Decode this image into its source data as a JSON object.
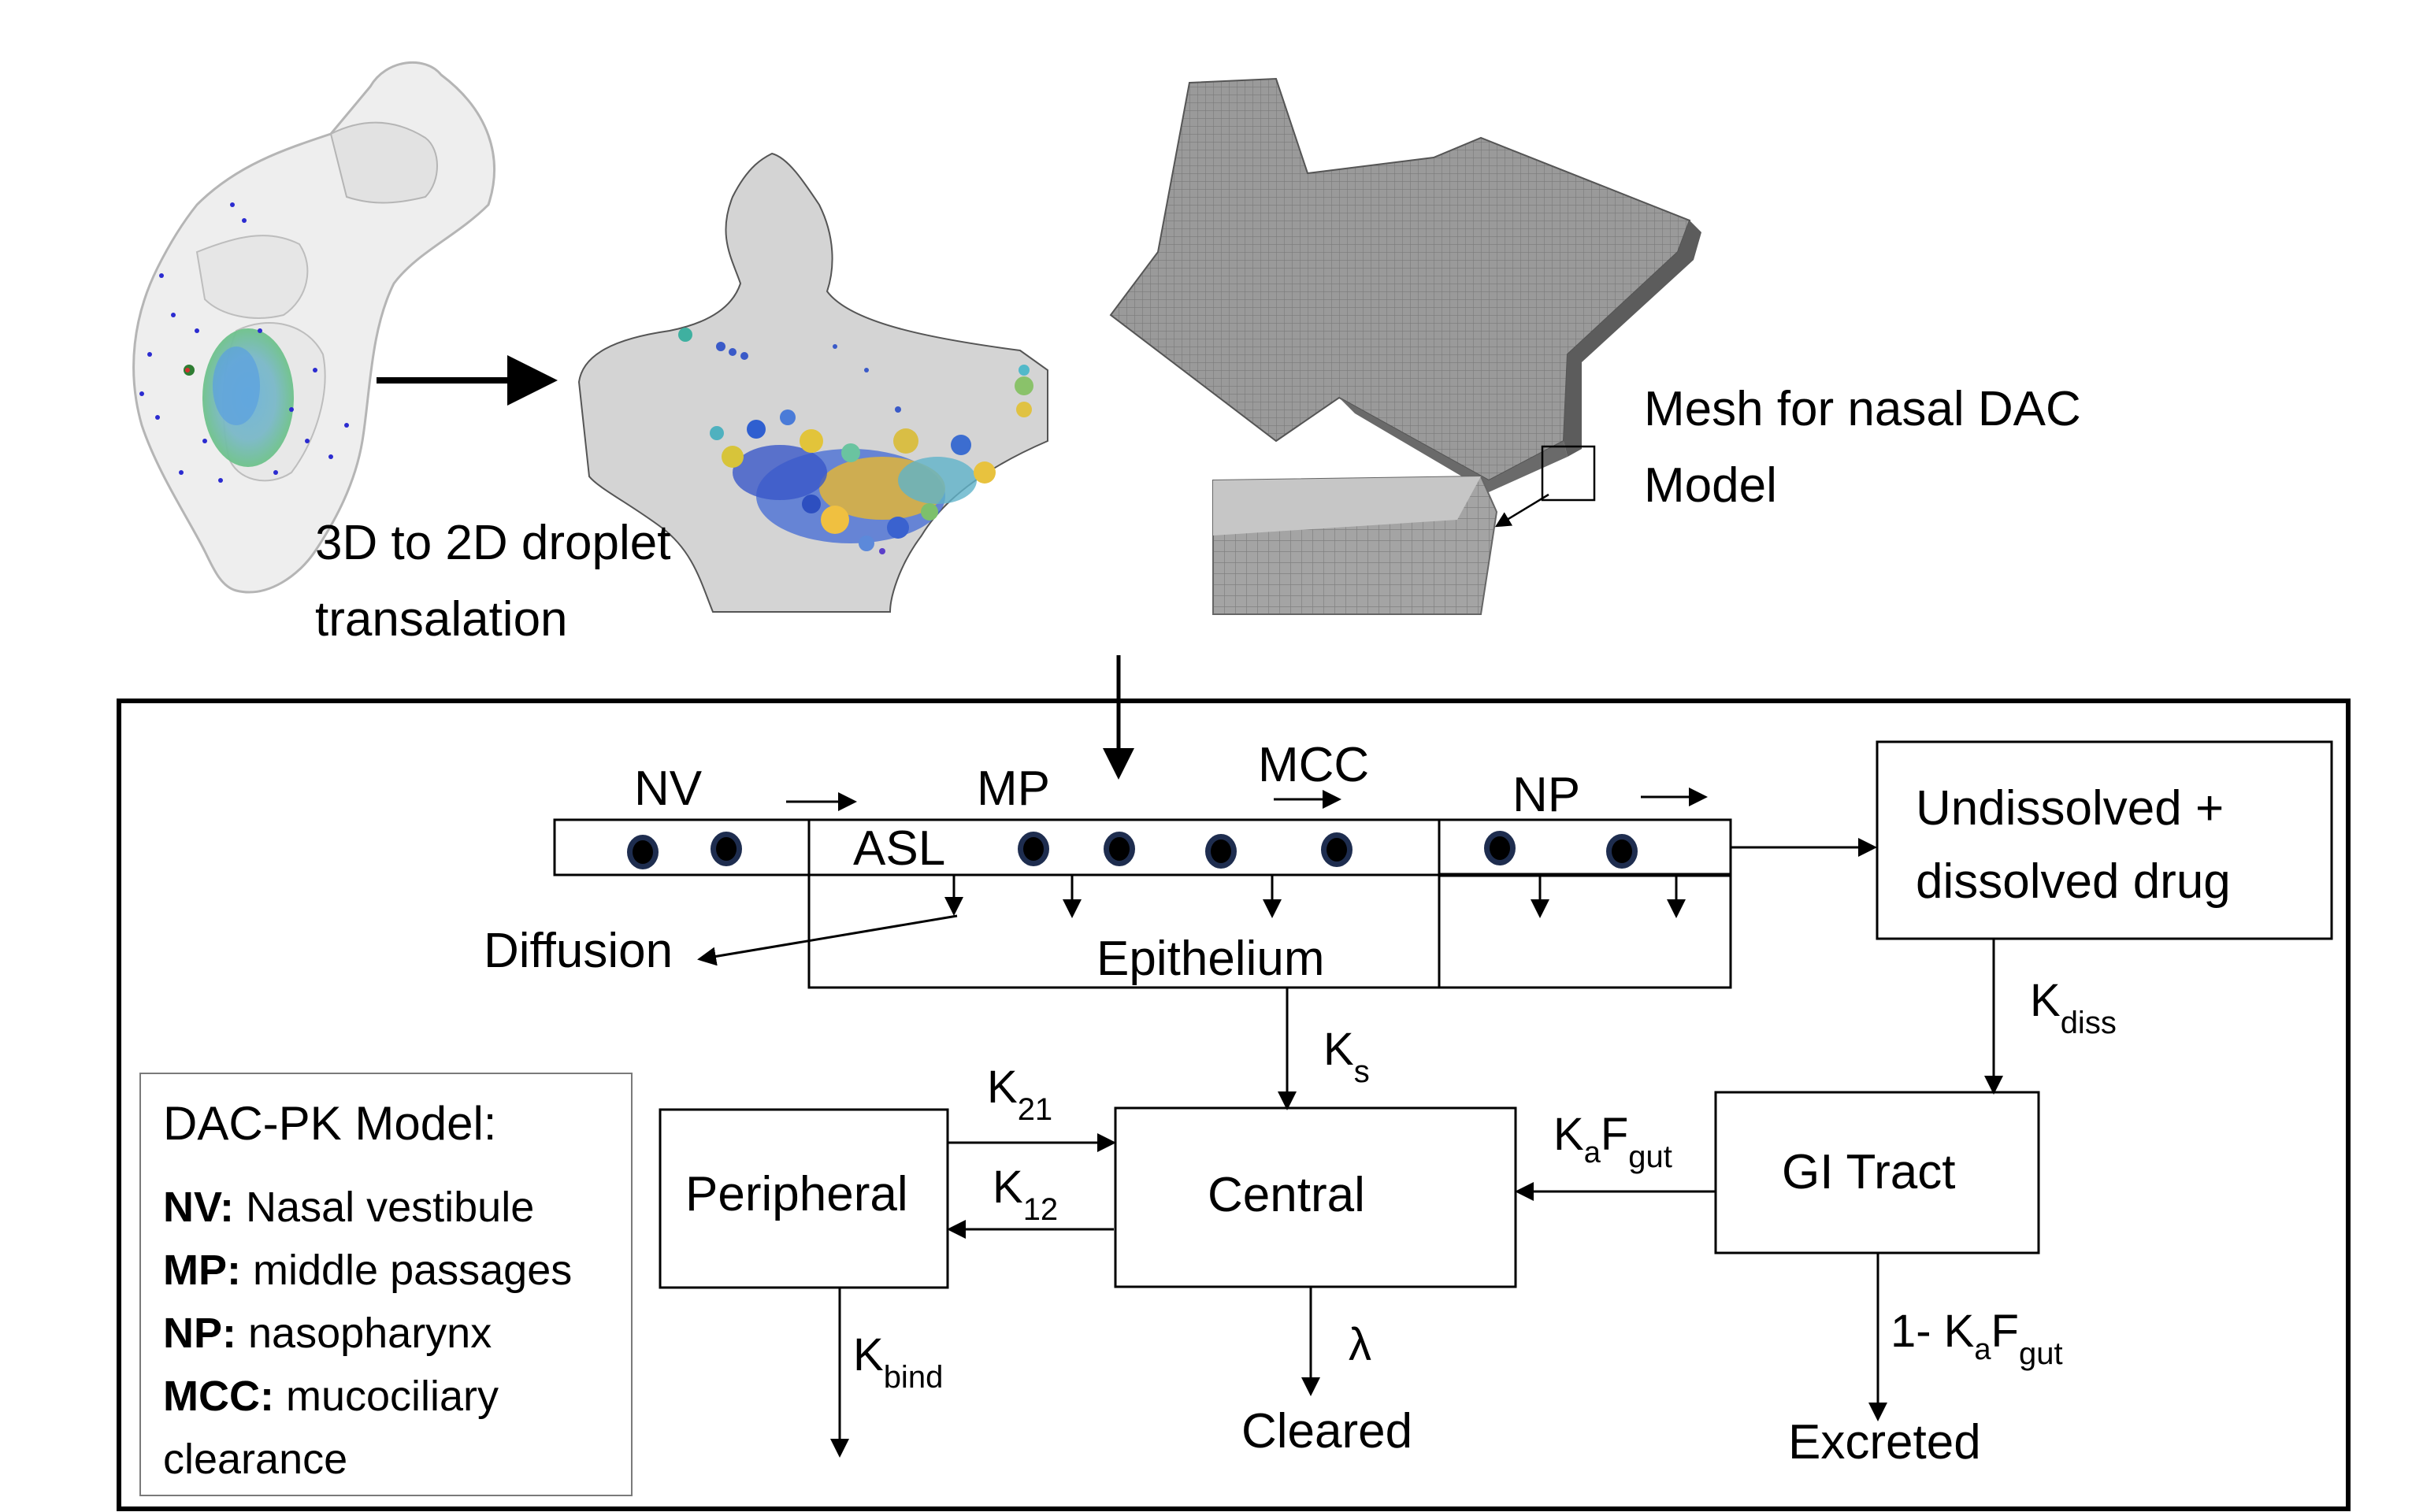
{
  "top": {
    "translation_caption_line1": "3D to 2D droplet",
    "translation_caption_line2": "transalation",
    "mesh_caption_line1": "Mesh for nasal DAC",
    "mesh_caption_line2": "Model"
  },
  "regions": {
    "nv": "NV",
    "mp": "MP",
    "mcc": "MCC",
    "np": "NP",
    "asl": "ASL",
    "epithelium": "Epithelium",
    "diffusion": "Diffusion"
  },
  "boxes": {
    "undissolved_line1": "Undissolved +",
    "undissolved_line2": "dissolved drug",
    "gi_tract": "GI Tract",
    "central": "Central",
    "peripheral": "Peripheral"
  },
  "rates": {
    "k_diss": {
      "main": "K",
      "sub": "diss"
    },
    "k_s": {
      "main": "K",
      "sub": "s"
    },
    "k_21": {
      "main": "K",
      "sub": "21"
    },
    "k_12": {
      "main": "K",
      "sub": "12"
    },
    "ka_fgut": {
      "k": "K",
      "a": "a",
      "f": "F",
      "gut": "gut"
    },
    "excreted_rate": {
      "prefix": "1- K",
      "a": "a",
      "f": "F",
      "gut": "gut"
    },
    "k_bind": {
      "main": "K",
      "sub": "bind"
    },
    "lambda": "λ"
  },
  "outputs": {
    "cleared": "Cleared",
    "excreted": "Excreted"
  },
  "legend": {
    "title": "DAC-PK Model:",
    "items": [
      {
        "term": "NV:",
        "desc": " Nasal vestibule"
      },
      {
        "term": "MP:",
        "desc": " middle passages"
      },
      {
        "term": "NP:",
        "desc": " nasopharynx"
      },
      {
        "term": "MCC:",
        "desc": " mucociliary"
      }
    ],
    "last_line": "clearance"
  }
}
